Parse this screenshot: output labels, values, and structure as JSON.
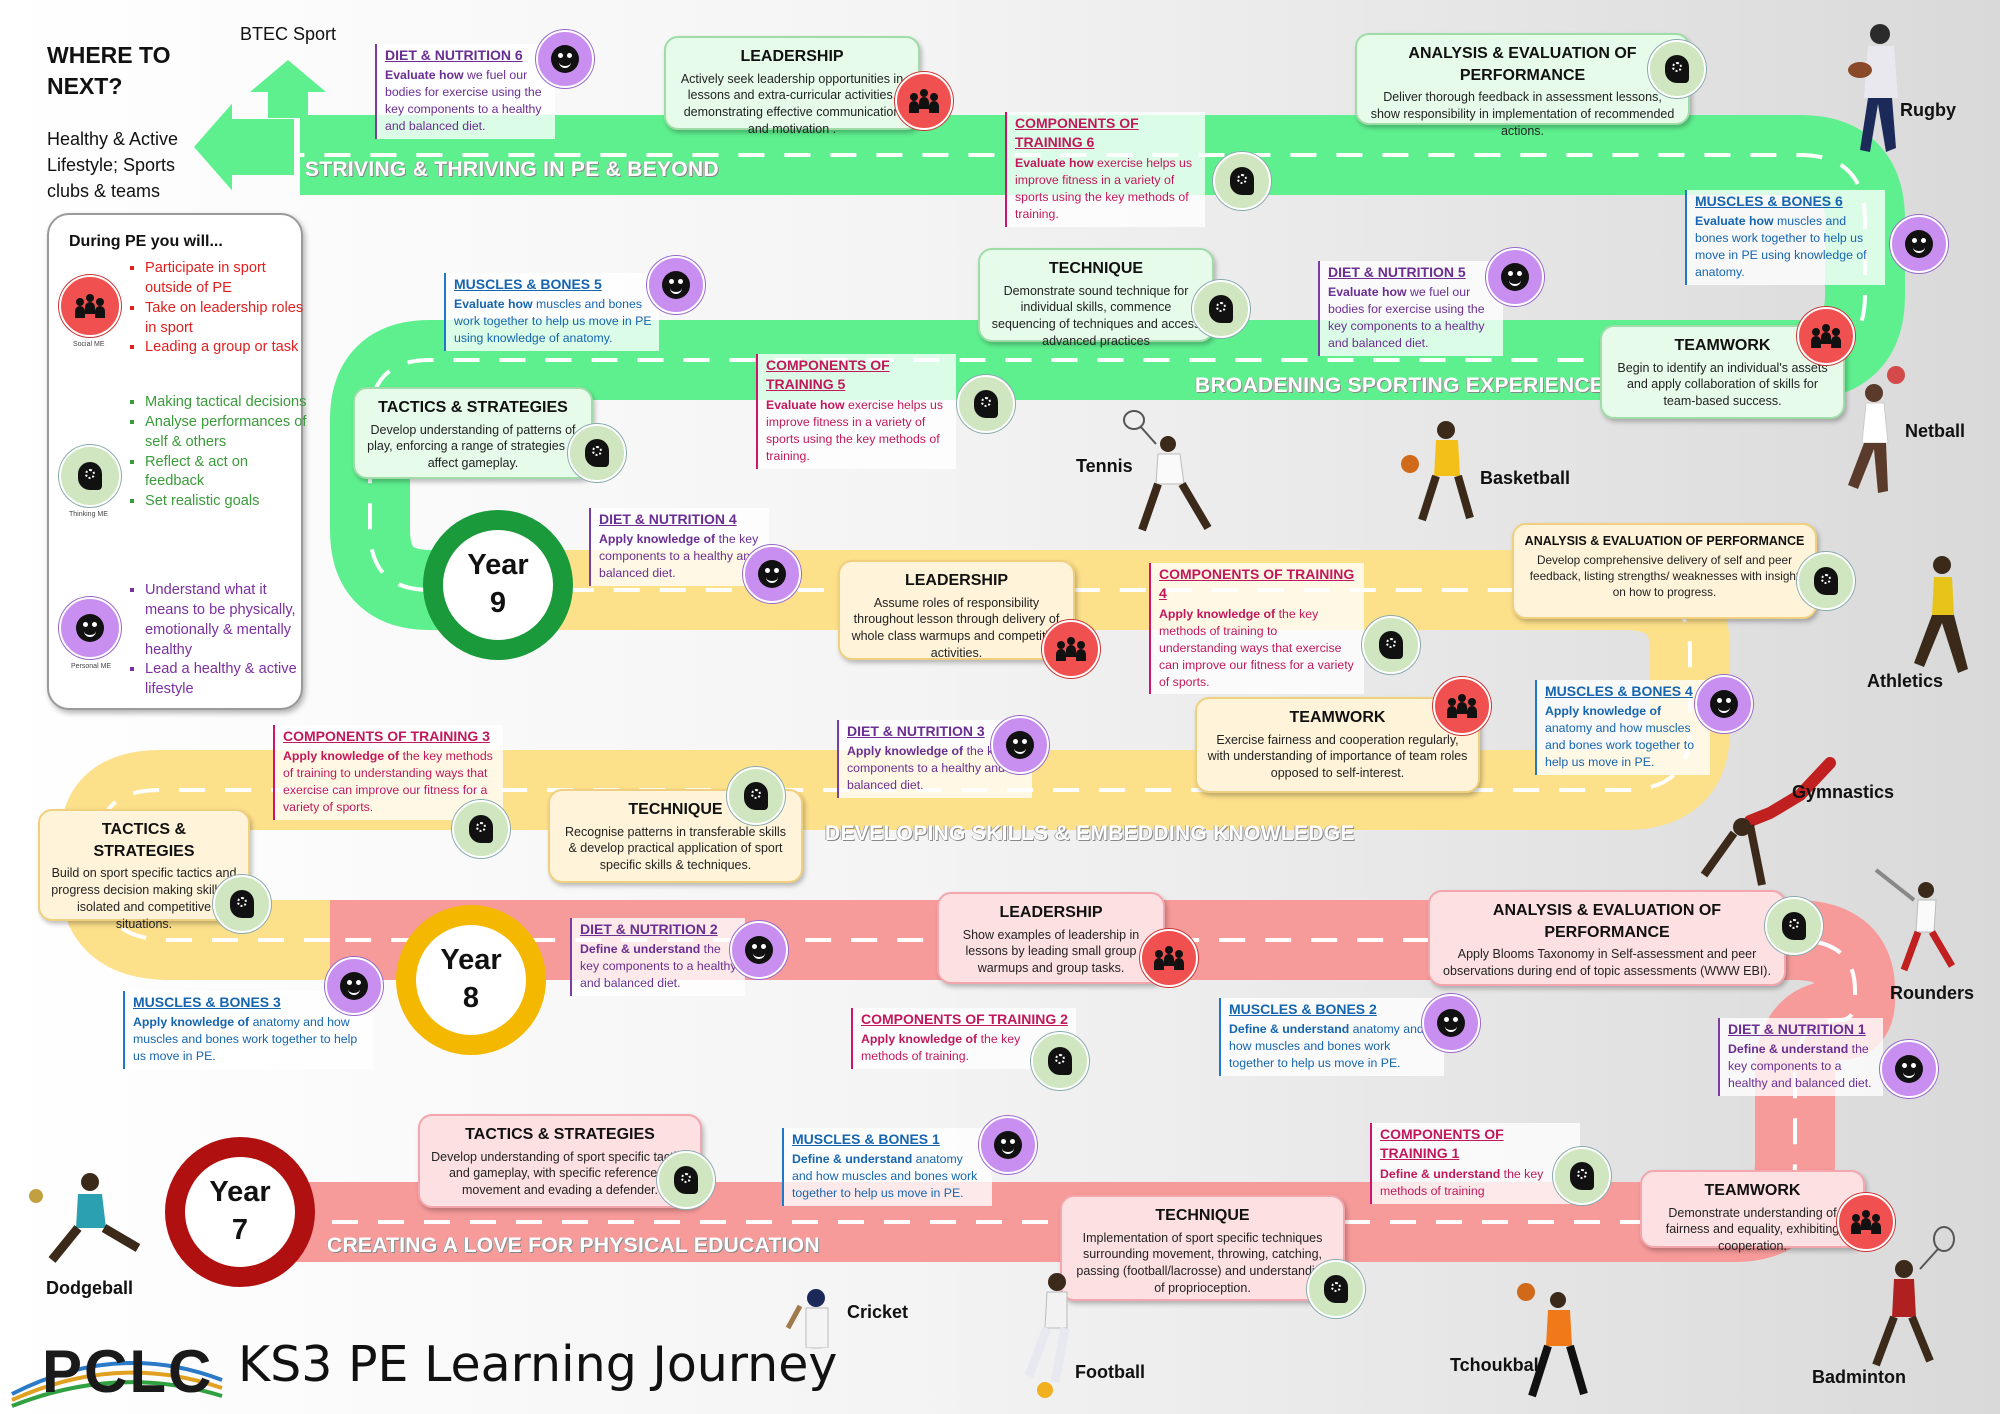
{
  "header": {
    "where_next": "WHERE TO NEXT?",
    "btec": "BTEC Sport",
    "healthy": "Healthy & Active Lifestyle; Sports clubs & teams"
  },
  "legend": {
    "heading": "During PE you will...",
    "social": {
      "caption": "Social ME",
      "items": [
        "Participate in sport outside of PE",
        "Take on leadership roles in sport",
        "Leading a group or task"
      ],
      "color": "#e02020"
    },
    "thinking": {
      "caption": "Thinking ME",
      "items": [
        "Making tactical decisions",
        "Analyse performances of self & others",
        "Reflect & act on feedback",
        "Set realistic goals"
      ],
      "color": "#3a9b3a"
    },
    "personal": {
      "caption": "Personal ME",
      "items": [
        "Understand what it means to be physically, emotionally & mentally healthy",
        "Lead a healthy & active lifestyle"
      ],
      "color": "#7b2fa0"
    }
  },
  "roads": {
    "y10": "STRIVING & THRIVING IN PE & BEYOND",
    "y9": "BROADENING SPORTING EXPERIENCES",
    "y8": "DEVELOPING SKILLS & EMBEDDING KNOWLEDGE",
    "y7": "CREATING A LOVE FOR PHYSICAL EDUCATION"
  },
  "years": {
    "y9": {
      "label": "Year",
      "num": "9",
      "color": "#1a9a3a"
    },
    "y8": {
      "label": "Year",
      "num": "8",
      "color": "#f5b800"
    },
    "y7": {
      "label": "Year",
      "num": "7",
      "color": "#b01010"
    }
  },
  "cards": {
    "lead6": {
      "title": "LEADERSHIP",
      "text": "Actively seek leadership opportunities in lessons and extra-curricular activities, demonstrating effective communication and motivation ."
    },
    "aep6": {
      "title": "ANALYSIS & EVALUATION OF PERFORMANCE",
      "text": "Deliver thorough feedback in assessment lessons, show responsibility in implementation of recommended actions."
    },
    "tech5": {
      "title": "TECHNIQUE",
      "text": "Demonstrate sound technique for individual skills, commence sequencing of techniques and access advanced practices"
    },
    "team5": {
      "title": "TEAMWORK",
      "text": "Begin to identify an individual's assets and apply collaboration of skills for team-based success."
    },
    "tact5": {
      "title": "TACTICS & STRATEGIES",
      "text": "Develop understanding of patterns of play, enforcing a range of strategies to affect gameplay."
    },
    "lead4": {
      "title": "LEADERSHIP",
      "text": "Assume roles of responsibility throughout lesson through delivery of whole class warmups and competitive activities."
    },
    "aep4": {
      "title": "ANALYSIS & EVALUATION OF PERFORMANCE",
      "text": "Develop comprehensive delivery of self and peer feedback, listing strengths/ weaknesses with insight on how to progress."
    },
    "team4": {
      "title": "TEAMWORK",
      "text": "Exercise fairness and cooperation regularly, with understanding of importance of team roles opposed to self-interest."
    },
    "tech3": {
      "title": "TECHNIQUE",
      "text": "Recognise patterns in transferable skills & develop practical application of sport specific skills & techniques."
    },
    "tact3": {
      "title": "TACTICS & STRATEGIES",
      "text": "Build on sport specific tactics and progress decision making skills in isolated and competitive situations."
    },
    "lead2": {
      "title": "LEADERSHIP",
      "text": "Show examples of leadership in lessons by leading small group warmups and group tasks."
    },
    "aep2": {
      "title": "ANALYSIS & EVALUATION OF PERFORMANCE",
      "text": "Apply Blooms Taxonomy in Self-assessment and peer observations during end of topic assessments (WWW EBI)."
    },
    "tact1": {
      "title": "TACTICS & STRATEGIES",
      "text": "Develop understanding of sport specific tactics and gameplay, with specific reference to movement and  evading a defender."
    },
    "tech1": {
      "title": "TECHNIQUE",
      "text": "Implementation of sport specific techniques surrounding movement, throwing, catching, passing (football/lacrosse) and understanding of proprioception."
    },
    "team1": {
      "title": "TEAMWORK",
      "text": "Demonstrate understanding of fairness and equality, exhibiting cooperation."
    }
  },
  "notes": {
    "dn6": {
      "title": "DIET & NUTRITION 6",
      "lead": "Evaluate how",
      "text": " we fuel our bodies for exercise using the key components to a healthy and balanced diet."
    },
    "ct6": {
      "title": "COMPONENTS OF TRAINING 6",
      "lead": "Evaluate how",
      "text": " exercise helps us improve fitness in a variety of  sports using the key methods of training."
    },
    "mb6": {
      "title": "MUSCLES & BONES 6",
      "lead": "Evaluate how",
      "text": " muscles and bones work together to help us move in PE using knowledge of anatomy."
    },
    "mb5": {
      "title": "MUSCLES & BONES 5",
      "lead": "Evaluate how",
      "text": " muscles and bones work together to help us move in PE using knowledge of anatomy."
    },
    "dn5": {
      "title": "DIET & NUTRITION 5",
      "lead": "Evaluate how",
      "text": " we fuel our bodies for exercise using the key components to a healthy and balanced diet."
    },
    "ct5": {
      "title": "COMPONENTS OF TRAINING 5",
      "lead": "Evaluate how",
      "text": " exercise helps us improve fitness in a variety of sports using the key methods of training."
    },
    "dn4": {
      "title": "DIET & NUTRITION 4",
      "lead": "Apply knowledge of",
      "text": " the key components to a healthy and balanced diet."
    },
    "ct4": {
      "title": "COMPONENTS OF TRAINING 4",
      "lead": "Apply knowledge of",
      "text": " the key methods of training to understanding ways that exercise can improve our fitness for a variety of sports."
    },
    "mb4": {
      "title": "MUSCLES & BONES 4",
      "lead": "Apply knowledge of",
      "text": " anatomy and how muscles and bones work together to help us move in PE."
    },
    "ct3": {
      "title": "COMPONENTS OF TRAINING 3",
      "lead": "Apply knowledge of",
      "text": " the key methods of training to understanding ways that exercise can improve our fitness for a variety of sports."
    },
    "dn3": {
      "title": "DIET & NUTRITION 3",
      "lead": "Apply knowledge of",
      "text": " the key components to a healthy and balanced diet."
    },
    "dn2": {
      "title": "DIET & NUTRITION 2",
      "lead": "Define & understand",
      "text": " the key components to a healthy and balanced diet."
    },
    "mb3": {
      "title": "MUSCLES & BONES 3",
      "lead": "Apply knowledge of",
      "text": " anatomy and how muscles and bones work together to help us move in PE."
    },
    "ct2": {
      "title": "COMPONENTS OF TRAINING 2",
      "lead": "Apply knowledge of",
      "text": " the key methods of training."
    },
    "mb2": {
      "title": "MUSCLES & BONES 2",
      "lead": "Define & understand",
      "text": " anatomy and how muscles and bones work together to help us move in PE."
    },
    "dn1": {
      "title": "DIET & NUTRITION 1",
      "lead": "Define & understand",
      "text": " the key components to a healthy and balanced diet."
    },
    "mb1": {
      "title": "MUSCLES & BONES 1",
      "lead": "Define & understand",
      "text": " anatomy and how muscles and bones work together to help us move in PE."
    },
    "ct1": {
      "title": "COMPONENTS OF TRAINING 1",
      "lead": "Define & understand",
      "text": " the key methods of training"
    }
  },
  "sports": {
    "rugby": "Rugby",
    "netball": "Netball",
    "athletics": "Athletics",
    "gymnastics": "Gymnastics",
    "rounders": "Rounders",
    "badminton": "Badminton",
    "tchoukball": "Tchoukball",
    "football": "Football",
    "cricket": "Cricket",
    "dodgeball": "Dodgeball",
    "tennis": "Tennis",
    "basketball": "Basketball"
  },
  "footer": {
    "logo": "PCLC",
    "title": "KS3 PE Learning Journey"
  },
  "colors": {
    "green_road": "#5ef08f",
    "yellow_road": "#fde08a",
    "pink_road": "#f79a9a"
  }
}
